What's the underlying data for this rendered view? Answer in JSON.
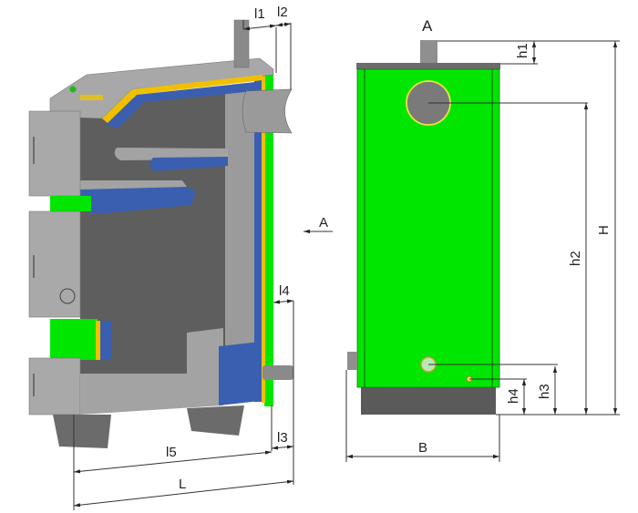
{
  "side_view": {
    "dimensions": {
      "l1": "l1",
      "l2": "l2",
      "l3": "l3",
      "l4": "l4",
      "l5": "l5",
      "L": "L"
    },
    "view_marker": "A"
  },
  "front_view": {
    "view_label": "A",
    "dimensions": {
      "h1": "h1",
      "h2": "h2",
      "h3": "h3",
      "h4": "h4",
      "H": "H",
      "B": "B"
    }
  },
  "colors": {
    "insulation": "#00e600",
    "water_jacket": "#3a5fb0",
    "seal": "#f0c000",
    "steel": "#9a9a9a",
    "interior": "#5e5e5e"
  }
}
